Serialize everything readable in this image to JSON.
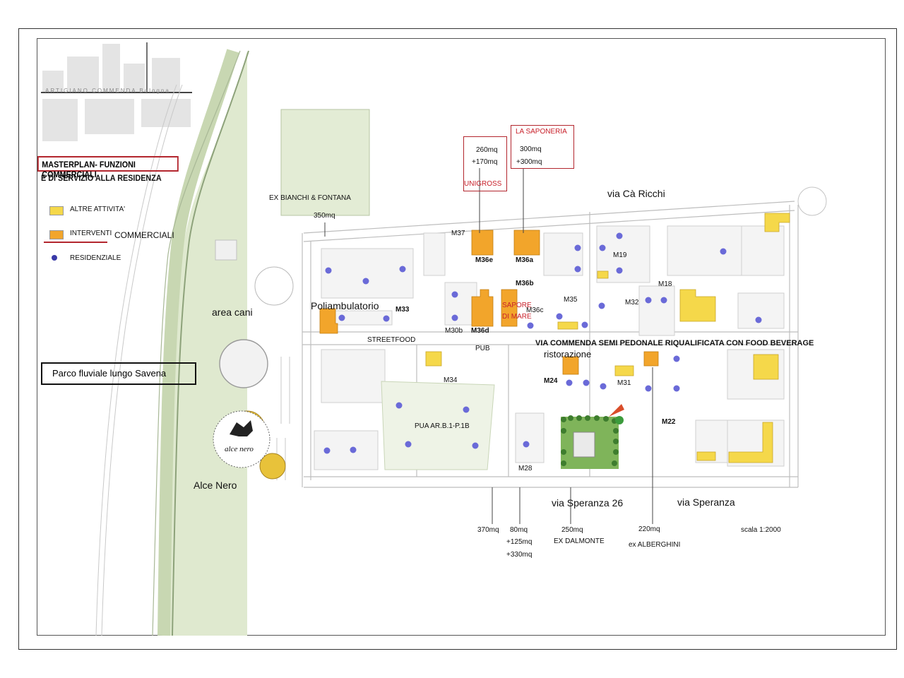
{
  "legend": {
    "title_line1": "MASTERPLAN- FUNZIONI COMMERCIALI",
    "title_line2": "E DI SERVIZIO ALLA RESIDENZA",
    "items": [
      {
        "label": "ALTRE ATTIVITA'",
        "color": "#f5d84a"
      },
      {
        "label": "INTERVENTI",
        "color": "#f2a52b"
      },
      {
        "label": "RESIDENZIALE",
        "color": "#3a3aa8"
      }
    ],
    "commerciali": "COMMERCIALI"
  },
  "header_faint": "ARTIGIANO COMMENDA Bologna",
  "colors": {
    "altre_attivita": "#f5d84a",
    "interventi": "#f2a52b",
    "residenziale": "#6a6ad8",
    "accent_red": "#b3262e"
  },
  "labels": {
    "parco": "Parco fluviale lungo Savena",
    "area_cani": "area cani",
    "alce_nero": "Alce Nero",
    "alce_logo": "alce nero",
    "ex_bianchi": "EX BIANCHI & FONTANA",
    "mq_350": "350mq",
    "poliambulatorio": "Poliambulatorio",
    "streetfood": "STREETFOOD",
    "pub": "PUB",
    "via_ca_ricchi": "via Cà Ricchi",
    "via_commenda": "VIA COMMENDA SEMI PEDONALE RIQUALIFICATA CON FOOD BEVERAGE",
    "ristorazione": "ristorazione",
    "via_speranza_26": "via Speranza 26",
    "via_speranza": "via Speranza",
    "pua": "PUA AR.B.1-P.1B",
    "scala": "scala 1:2000",
    "sapore_line1": "SAPORE",
    "sapore_line2": "DI MARE"
  },
  "top_boxes": {
    "unigross_mq1": "260mq",
    "unigross_mq2": "+170mq",
    "unigross_name": "UNIGROSS",
    "saponeria_name": "LA SAPONERIA",
    "saponeria_mq1": "300mq",
    "saponeria_mq2": "+300mq"
  },
  "bottom_areas": {
    "a370": "370mq",
    "a80_1": "80mq",
    "a80_2": "+125mq",
    "a80_3": "+330mq",
    "a250": "250mq",
    "ex_dalmonte": "EX DALMONTE",
    "a220": "220mq",
    "ex_alberghini": "ex ALBERGHINI"
  },
  "lots": {
    "m37": "M37",
    "m36e": "M36e",
    "m36a": "M36a",
    "m36b": "M36b",
    "m36c": "M36c",
    "m36d": "M36d",
    "m35": "M35",
    "m19": "M19",
    "m18": "M18",
    "m32": "M32",
    "m33": "M33",
    "m30b": "M30b",
    "m34": "M34",
    "m24": "M24",
    "m31": "M31",
    "m22": "M22",
    "m28": "M28"
  }
}
